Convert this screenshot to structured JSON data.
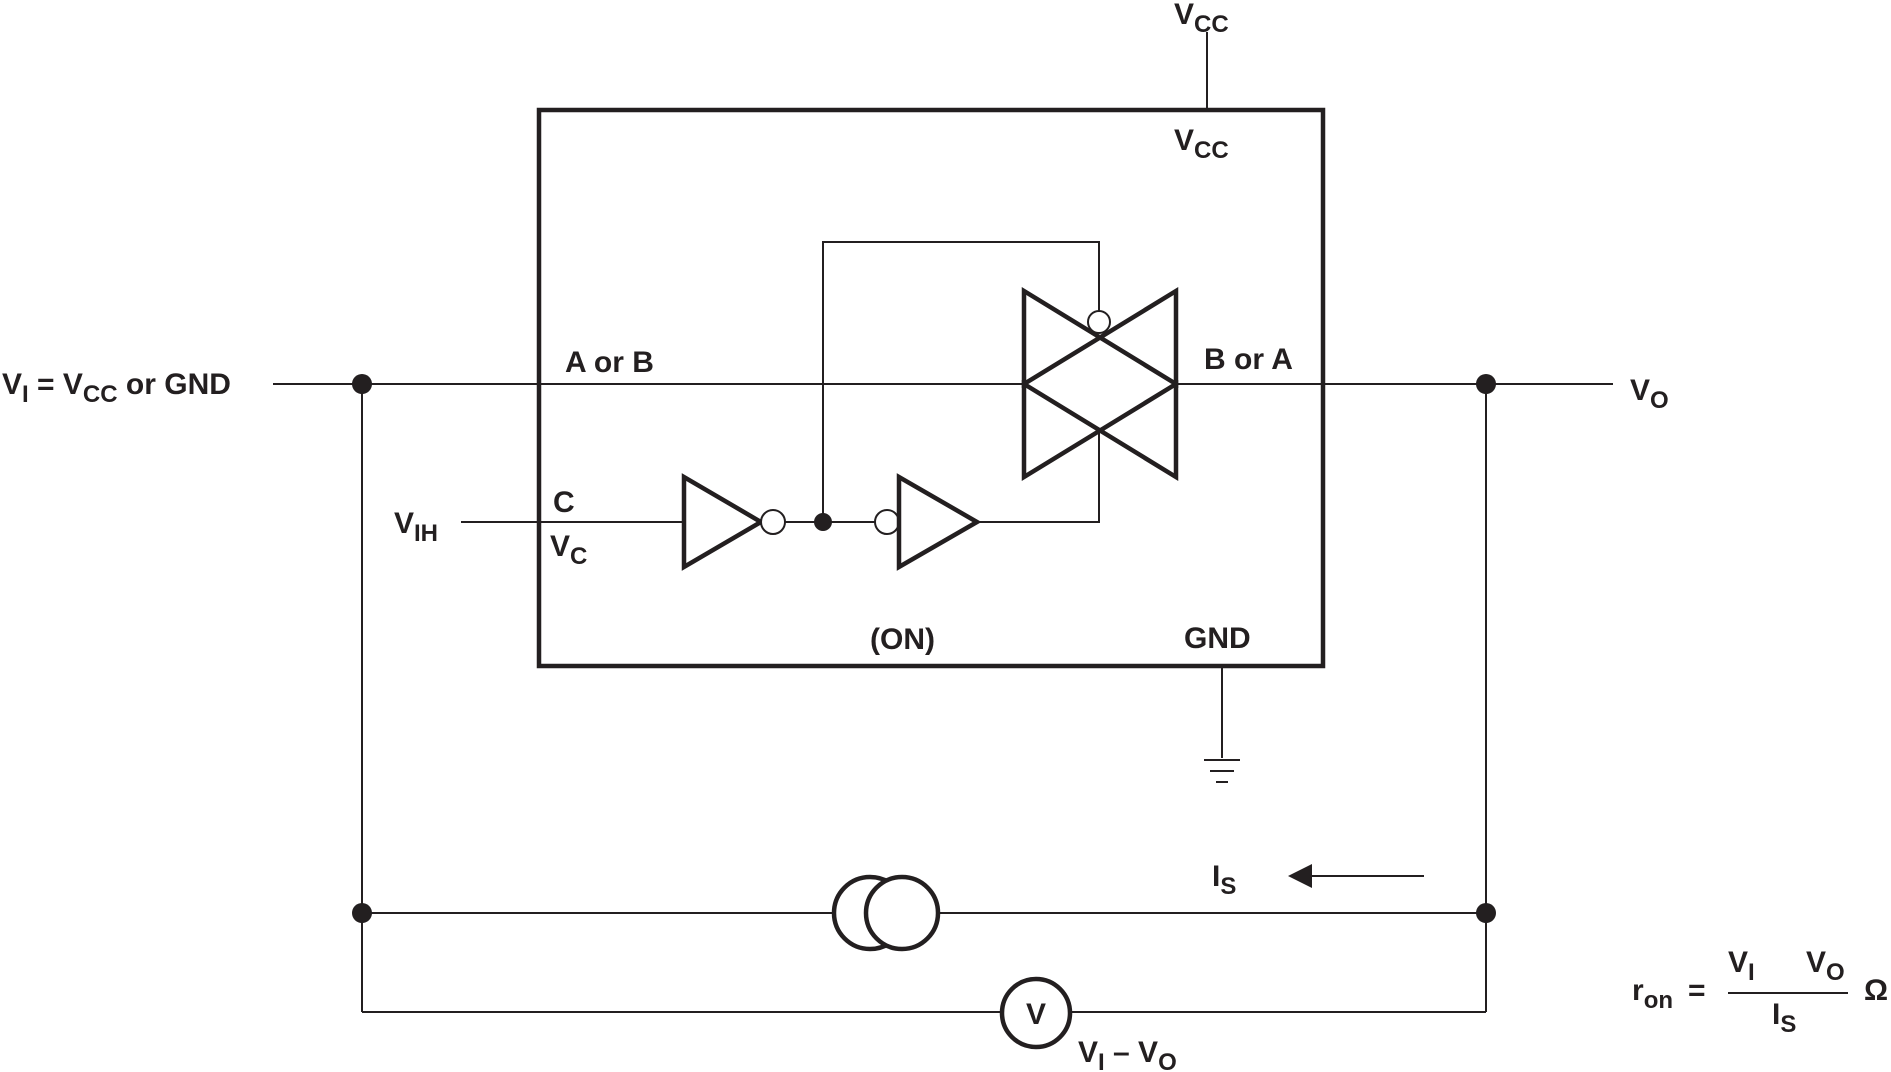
{
  "diagram": {
    "vcc_top": {
      "main": "V",
      "sub": "CC"
    },
    "vcc_pin": {
      "main": "V",
      "sub": "CC"
    },
    "vi_label": {
      "p1": "V",
      "p1_sub": "I",
      "p2": " = V",
      "p2_sub": "CC",
      "p3": " or GND"
    },
    "a_or_b": "A or B",
    "b_or_a": "B or A",
    "vo_label": {
      "main": "V",
      "sub": "O"
    },
    "vih_label": {
      "main": "V",
      "sub": "IH"
    },
    "c_label": "C",
    "vc_label": {
      "main": "V",
      "sub": "C"
    },
    "on_label": "(ON)",
    "gnd_label": "GND",
    "is_label": {
      "main": "I",
      "sub": "S"
    },
    "voltmeter": "V",
    "vi_minus_vo": {
      "p1": "V",
      "p1_sub": "I",
      "p2": " – V",
      "p2_sub": "O"
    },
    "ron": {
      "lhs_main": "r",
      "lhs_sub": "on",
      "equals": "=",
      "num1_main": "V",
      "num1_sub": "I",
      "num2_main": "V",
      "num2_sub": "O",
      "den_main": "I",
      "den_sub": "S",
      "unit": "Ω"
    }
  }
}
